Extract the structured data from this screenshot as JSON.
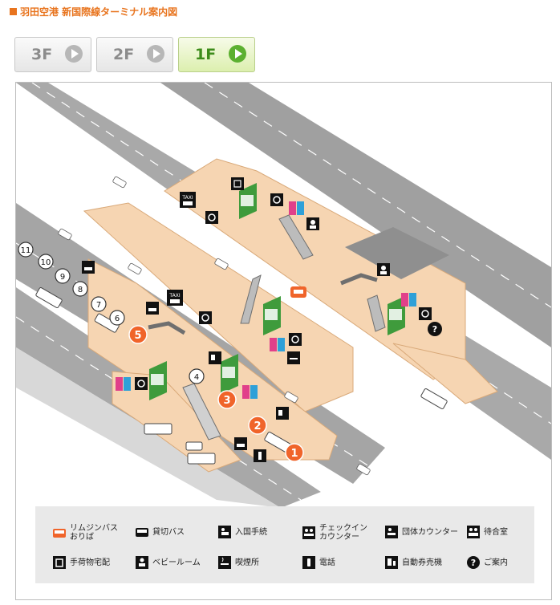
{
  "page_title": "羽田空港 新国際線ターミナル案内図",
  "floor_tabs": [
    {
      "label": "3F",
      "active": false
    },
    {
      "label": "2F",
      "active": false
    },
    {
      "label": "1F",
      "active": true
    }
  ],
  "map": {
    "bus_stop_numbers": [
      "11",
      "10",
      "9",
      "8",
      "7",
      "6",
      "4"
    ],
    "orange_markers": [
      "5",
      "3",
      "2",
      "1"
    ],
    "taxi_sign": "TAXI"
  },
  "legend": {
    "limousine_bus": "リムジンバス\nおりば",
    "charter_bus": "貸切バス",
    "immigration": "入国手続",
    "checkin_counter": "チェックイン\nカウンター",
    "group_counter": "団体カウンター",
    "waiting_room": "待合室",
    "baggage_delivery": "手荷物宅配",
    "baby_room": "ベビールーム",
    "smoking_area": "喫煙所",
    "telephone": "電話",
    "ticket_machine": "自動券売機",
    "information": "ご案内"
  },
  "colors": {
    "accent": "#e8741e",
    "floor_active": "#3d8c1b",
    "terminal_floor": "#f6d5b2",
    "road": "#a5a5a5",
    "elevator": "#3f9b3c",
    "restroom_female": "#e1408a",
    "restroom_male": "#2fa0d8"
  }
}
